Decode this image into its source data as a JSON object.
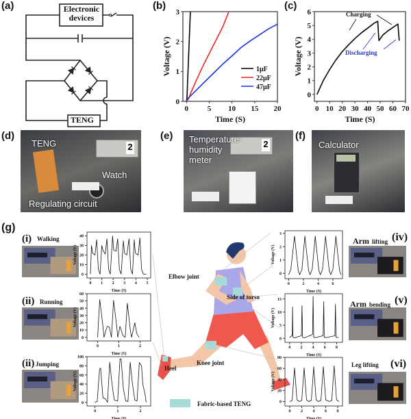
{
  "panels": {
    "a": "(a)",
    "b": "(b)",
    "c": "(c)",
    "d": "(d)",
    "e": "(e)",
    "f": "(f)",
    "g": "(g)"
  },
  "circuit": {
    "devices_line1": "Electronic",
    "devices_line2": "devices",
    "teng": "TENG"
  },
  "photos": {
    "d": {
      "teng": "TENG",
      "watch": "Watch",
      "circuit": "Regulating circuit",
      "display": "2"
    },
    "e": {
      "meter_line1": "Temperature-",
      "meter_line2": "humidity",
      "meter_line3": "meter",
      "display": "2"
    },
    "f": {
      "calculator": "Calculator"
    }
  },
  "motions": {
    "walking": {
      "num": "(i)",
      "label": "Walking"
    },
    "running": {
      "num": "(ii)",
      "label": "Running"
    },
    "jumping": {
      "num": "(ii)",
      "label": "Jumping"
    },
    "arm_lifting": {
      "num": "(iv)",
      "label_big": "Arm",
      "label_small": "lifting"
    },
    "arm_bending": {
      "num": "(v)",
      "label_big": "Arm",
      "label_small": "bending"
    },
    "leg_lifting": {
      "num": "(vi)",
      "label": "Leg lifting"
    }
  },
  "body": {
    "elbow": "Elbow joint",
    "torso": "Side of torso",
    "knee": "Knee joint",
    "heel": "Heel",
    "legend": "Fabric-based TENG",
    "legend_color": "#a6dbd9"
  },
  "chart_data": [
    {
      "id": "b",
      "type": "line",
      "xlabel": "Time (S)",
      "ylabel": "Voltage (V)",
      "xlim": [
        -0.8,
        20
      ],
      "ylim": [
        0,
        3
      ],
      "xticks": [
        0,
        5,
        10,
        15,
        20
      ],
      "yticks": [
        0,
        1,
        2,
        3
      ],
      "legend": "center-right",
      "series": [
        {
          "name": "1μF",
          "color": "#000000",
          "x": [
            0,
            0.1,
            0.85
          ],
          "y": [
            0,
            0.15,
            3
          ]
        },
        {
          "name": "22μF",
          "color": "#e8261f",
          "x": [
            0,
            0.5,
            1,
            2,
            3,
            4,
            5,
            6,
            7,
            8,
            9.3
          ],
          "y": [
            0,
            0.1,
            0.3,
            0.65,
            0.98,
            1.3,
            1.6,
            1.9,
            2.2,
            2.5,
            3
          ]
        },
        {
          "name": "47μF",
          "color": "#1b2ee0",
          "x": [
            0,
            1,
            2,
            4,
            6,
            8,
            10,
            12,
            14,
            16,
            18,
            20
          ],
          "y": [
            0.05,
            0.2,
            0.35,
            0.65,
            0.95,
            1.25,
            1.52,
            1.8,
            2.02,
            2.22,
            2.42,
            2.58
          ]
        }
      ]
    },
    {
      "id": "c",
      "type": "line",
      "xlabel": "Time (S)",
      "ylabel": "Voltage (V)",
      "xlim": [
        -2,
        70
      ],
      "ylim": [
        -0.5,
        6
      ],
      "xticks": [
        0,
        10,
        20,
        30,
        40,
        50,
        60,
        70
      ],
      "yticks": [
        0,
        1,
        2,
        3,
        4,
        5,
        6
      ],
      "annotations": [
        "Charging",
        "Discharging"
      ],
      "series": [
        {
          "name": "voltage",
          "color": "#000000",
          "x": [
            0,
            5,
            10,
            15,
            20,
            25,
            30,
            35,
            40,
            45,
            48,
            49,
            52,
            56,
            60,
            64,
            65
          ],
          "y": [
            0,
            1,
            1.8,
            2.5,
            3.1,
            3.6,
            4.05,
            4.45,
            4.8,
            5.15,
            5.3,
            3.9,
            4.3,
            4.6,
            4.85,
            5.1,
            3.9
          ]
        }
      ]
    },
    {
      "id": "walking",
      "type": "line",
      "xlabel": "Time (S)",
      "ylabel": "Voltage (V)",
      "xlim": [
        -0.3,
        5.3
      ],
      "ylim": [
        -4,
        44
      ],
      "xticks": [
        0,
        1,
        2,
        3,
        4,
        5
      ],
      "yticks": [
        0,
        10,
        20,
        30,
        40
      ],
      "series": [
        {
          "name": "walking",
          "color": "#111111",
          "x": [
            0,
            0.1,
            0.2,
            0.4,
            0.55,
            0.7,
            0.85,
            1.0,
            1.1,
            1.3,
            1.45,
            1.6,
            1.75,
            1.95,
            2.05,
            2.25,
            2.4,
            2.55,
            2.7,
            2.9,
            3.0,
            3.2,
            3.4,
            3.55,
            3.7,
            3.85,
            3.95,
            4.2,
            4.35,
            4.5,
            4.65,
            4.9
          ],
          "y": [
            0,
            30,
            22,
            20,
            36,
            5,
            0,
            30,
            25,
            21,
            37,
            5,
            0,
            40,
            25,
            24,
            37,
            5,
            0,
            35,
            22,
            20,
            37,
            5,
            0,
            36,
            22,
            20,
            38,
            5,
            0,
            0
          ]
        }
      ]
    },
    {
      "id": "running",
      "type": "line",
      "xlabel": "Time (S)",
      "ylabel": "Voltage (V)",
      "xlim": [
        -0.5,
        2.5
      ],
      "ylim": [
        -5,
        60
      ],
      "xticks": [
        0,
        1,
        2
      ],
      "yticks": [
        0,
        10,
        20,
        30,
        40,
        50,
        60
      ],
      "series": [
        {
          "name": "running",
          "color": "#111111",
          "x": [
            0,
            0.1,
            0.25,
            0.3,
            0.45,
            0.55,
            0.65,
            0.75,
            0.9,
            0.95,
            1.05,
            1.2,
            1.3,
            1.4,
            1.55,
            1.6,
            1.75,
            1.85,
            1.95
          ],
          "y": [
            0,
            52,
            15,
            0,
            15,
            14,
            0,
            51,
            15,
            0,
            15,
            2,
            0,
            47,
            8,
            0,
            20,
            5,
            0
          ]
        }
      ]
    },
    {
      "id": "jumping",
      "type": "line",
      "xlabel": "Time (S)",
      "ylabel": "Voltage (V)",
      "xlim": [
        -0.35,
        2.45
      ],
      "ylim": [
        -8,
        100
      ],
      "xticks": [
        0,
        1,
        2
      ],
      "yticks": [
        0,
        20,
        40,
        60,
        80,
        100
      ],
      "series": [
        {
          "name": "jumping",
          "color": "#111111",
          "x": [
            0,
            0.1,
            0.2,
            0.25,
            0.35,
            0.45,
            0.55,
            0.65,
            0.75,
            0.85,
            1.0,
            1.1,
            1.15,
            1.25,
            1.35,
            1.45,
            1.55,
            1.65,
            1.75,
            1.85,
            1.95,
            2.05,
            2.1,
            2.2,
            2.25
          ],
          "y": [
            0,
            2,
            72,
            75,
            10,
            8,
            0,
            88,
            40,
            5,
            3,
            95,
            95,
            30,
            3,
            2,
            88,
            40,
            5,
            3,
            87,
            80,
            40,
            18,
            0
          ]
        }
      ]
    },
    {
      "id": "arm_lifting",
      "type": "line",
      "xlabel": "Time (S)",
      "ylabel": "Voltage (V)",
      "xlim": [
        -0.5,
        7.3
      ],
      "ylim": [
        -0.4,
        3.2
      ],
      "xticks": [
        0,
        2,
        4,
        6
      ],
      "yticks": [
        0,
        1,
        2,
        3
      ],
      "series": [
        {
          "name": "arm lifting",
          "color": "#111111",
          "x": [
            0,
            0.3,
            0.8,
            1.3,
            1.5,
            1.8,
            2.2,
            2.7,
            2.9,
            3.2,
            3.6,
            4.1,
            4.3,
            4.6,
            5.0,
            5.5,
            5.7,
            6.0,
            6.4,
            6.9,
            7.1
          ],
          "y": [
            -0.1,
            0.3,
            2.8,
            0.2,
            -0.1,
            0.3,
            2.8,
            0.2,
            -0.1,
            0.3,
            2.8,
            0.2,
            -0.1,
            0.3,
            2.8,
            0.2,
            -0.1,
            0.3,
            2.8,
            0.2,
            -0.1
          ]
        }
      ]
    },
    {
      "id": "arm_bending",
      "type": "line",
      "xlabel": "Time (S)",
      "ylabel": "Voltage (V)",
      "xlim": [
        -0.8,
        9
      ],
      "ylim": [
        -1.5,
        17
      ],
      "xticks": [
        0,
        2,
        4,
        6,
        8
      ],
      "yticks": [
        0,
        5,
        10,
        15
      ],
      "series": [
        {
          "name": "arm bending",
          "color": "#111111",
          "x": [
            0,
            0.45,
            0.5,
            0.55,
            0.8,
            2.0,
            2.1,
            2.2,
            2.5,
            3.9,
            4.0,
            4.1,
            4.4,
            5.7,
            5.8,
            5.9,
            6.2,
            7.7,
            7.8,
            7.9,
            8.3
          ],
          "y": [
            0.3,
            1.2,
            12,
            0.5,
            0.2,
            1,
            12.5,
            0.4,
            0.2,
            1.5,
            16,
            0.4,
            0.3,
            1,
            14,
            0.4,
            0.3,
            1,
            13,
            0.4,
            0.3
          ]
        }
      ]
    },
    {
      "id": "leg_lifting",
      "type": "line",
      "xlabel": "Time (S)",
      "ylabel": "Voltage (V)",
      "xlim": [
        -0.8,
        8.8
      ],
      "ylim": [
        -8,
        80
      ],
      "xticks": [
        0,
        2,
        4,
        6,
        8
      ],
      "yticks": [
        0,
        20,
        40,
        60,
        80
      ],
      "series": [
        {
          "name": "leg lifting",
          "color": "#111111",
          "x": [
            0,
            0.4,
            0.8,
            1.2,
            1.6,
            2.0,
            2.4,
            2.8,
            3.2,
            3.6,
            4.0,
            4.4,
            4.8,
            5.2,
            5.6,
            6.0,
            6.6,
            7.0,
            7.4,
            7.8,
            8.2
          ],
          "y": [
            0,
            2,
            61,
            3,
            0,
            2,
            61,
            3,
            0,
            2,
            63,
            3,
            0,
            2,
            63,
            3,
            0,
            2,
            65,
            3,
            0
          ]
        }
      ]
    }
  ]
}
